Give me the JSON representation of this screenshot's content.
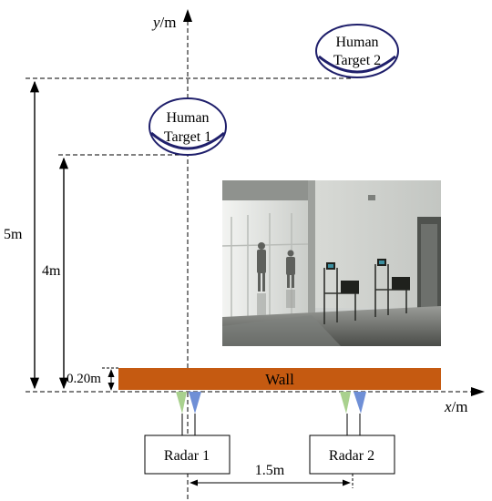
{
  "axes": {
    "y_label_var": "y",
    "y_label_unit": "/m",
    "x_label_var": "x",
    "x_label_unit": "/m"
  },
  "targets": [
    {
      "line1": "Human",
      "line2": "Target 2"
    },
    {
      "line1": "Human",
      "line2": "Target 1"
    }
  ],
  "dimensions": {
    "d5": "5m",
    "d4": "4m",
    "wall_thickness": "0.20m",
    "radar_spacing": "1.5m"
  },
  "wall": {
    "label": "Wall"
  },
  "radars": [
    {
      "label": "Radar 1"
    },
    {
      "label": "Radar 2"
    }
  ],
  "colors": {
    "wall_fill": "#c55a11",
    "target_ellipse": "#1f1f6b",
    "tx_beam": "#a9d18e",
    "rx_beam": "#6f8fd6",
    "lines": "#000000"
  }
}
